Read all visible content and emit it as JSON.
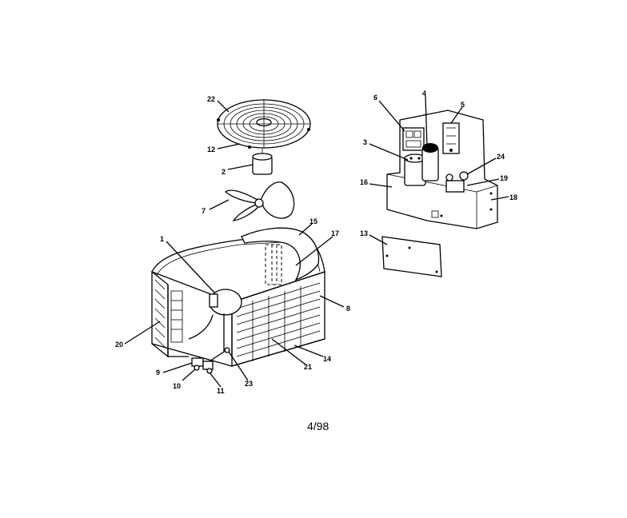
{
  "labels": {
    "p1": "1",
    "p2": "2",
    "p3": "3",
    "p4": "4",
    "p5": "5",
    "p6": "6",
    "p7": "7",
    "p8": "8",
    "p9": "9",
    "p10": "10",
    "p11": "11",
    "p12": "12",
    "p13": "13",
    "p14": "14",
    "p15": "15",
    "p16": "16",
    "p17": "17",
    "p18": "18",
    "p19": "19",
    "p20": "20",
    "p21": "21",
    "p22": "22",
    "p23": "23",
    "p24": "24"
  },
  "footer": {
    "code": "4/98"
  }
}
